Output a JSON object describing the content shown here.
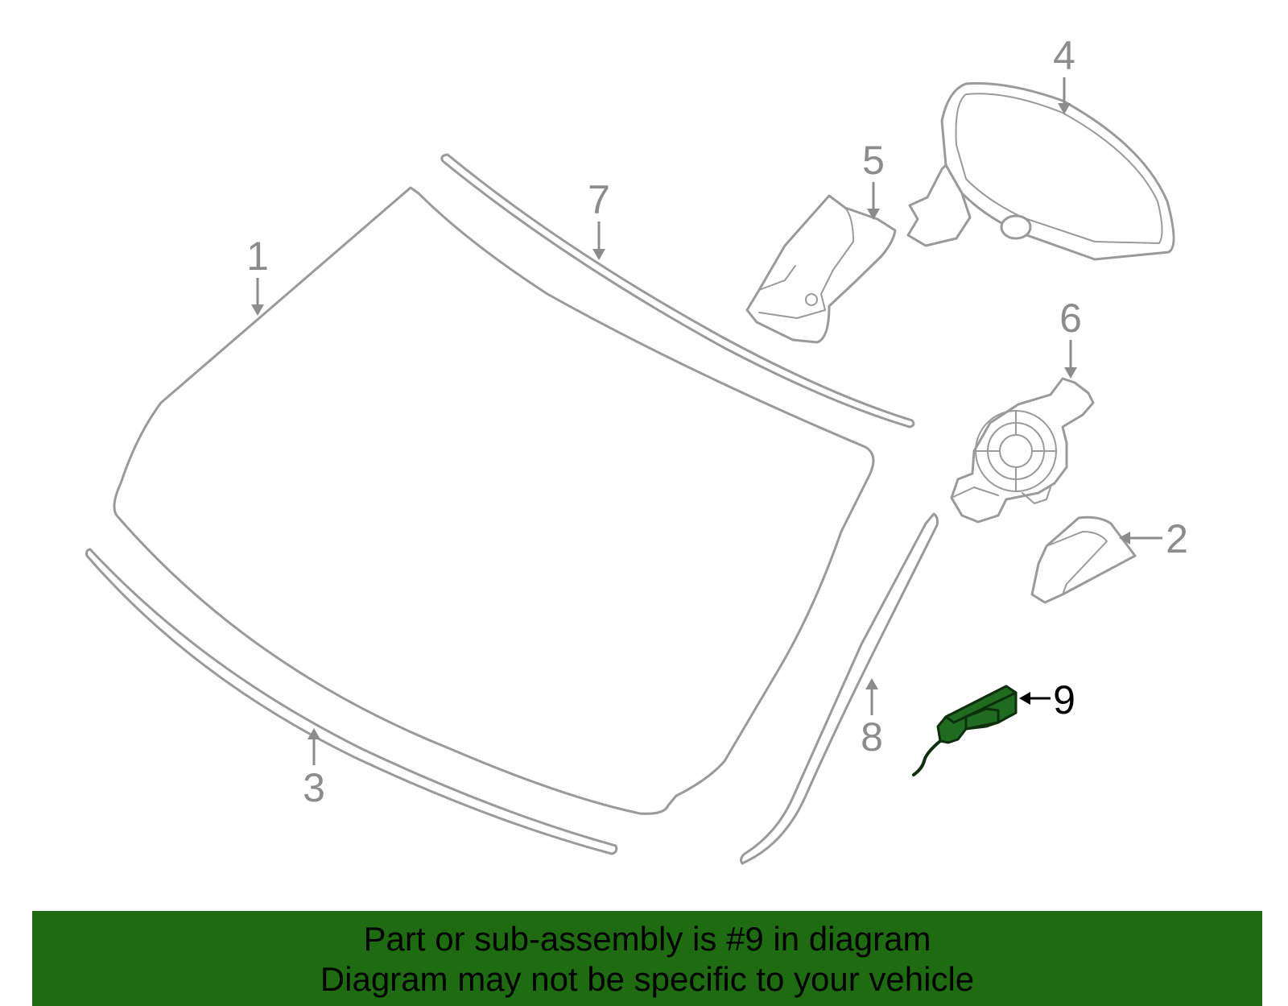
{
  "callouts": [
    {
      "id": "1",
      "label": "1"
    },
    {
      "id": "2",
      "label": "2"
    },
    {
      "id": "3",
      "label": "3"
    },
    {
      "id": "4",
      "label": "4"
    },
    {
      "id": "5",
      "label": "5"
    },
    {
      "id": "6",
      "label": "6"
    },
    {
      "id": "7",
      "label": "7"
    },
    {
      "id": "8",
      "label": "8"
    },
    {
      "id": "9",
      "label": "9"
    }
  ],
  "highlighted_part": "9",
  "colors": {
    "highlight": "#1f6b1f",
    "banner": "#1e6b12",
    "line": "#9a9a9a"
  },
  "banner": {
    "line1": "Part or sub-assembly is #9 in diagram",
    "line2": "Diagram may not be specific to your vehicle"
  }
}
